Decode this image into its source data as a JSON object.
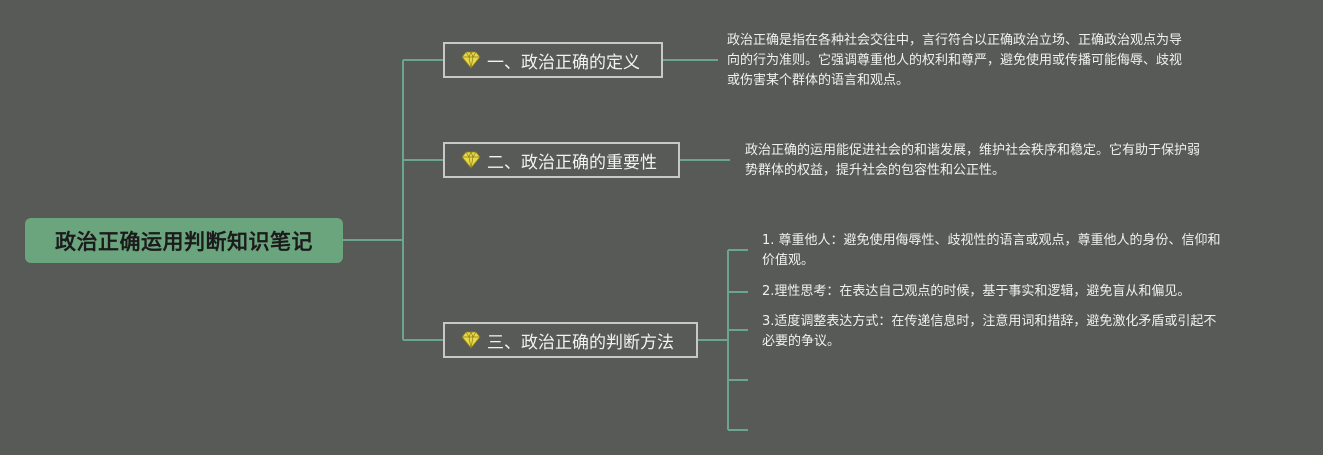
{
  "root": {
    "title": "政治正确运用判断知识笔记"
  },
  "colors": {
    "background": "#585a57",
    "root_fill": "#6ba57e",
    "connector": "#6aa58c",
    "branch_border": "#c8c8c6",
    "gem": "#e8d84a"
  },
  "branches": [
    {
      "icon": "diamond-icon",
      "label": "一、政治正确的定义",
      "notes": [
        "政治正确是指在各种社会交往中，言行符合以正确政治立场、正确政治观点为导",
        "向的行为准则。它强调尊重他人的权利和尊严，避免使用或传播可能侮辱、歧视",
        "或伤害某个群体的语言和观点。"
      ]
    },
    {
      "icon": "diamond-icon",
      "label": "二、政治正确的重要性",
      "notes": [
        "政治正确的运用能促进社会的和谐发展，维护社会秩序和稳定。它有助于保护弱",
        "势群体的权益，提升社会的包容性和公正性。"
      ]
    },
    {
      "icon": "diamond-icon",
      "label": "三、政治正确的判断方法",
      "items": [
        {
          "lines": [
            "1. 尊重他人：避免使用侮辱性、歧视性的语言或观点，尊重他人的身份、信仰和",
            "价值观。"
          ]
        },
        {
          "lines": [
            "2.理性思考：在表达自己观点的时候，基于事实和逻辑，避免盲从和偏见。"
          ]
        },
        {
          "lines": [
            "3.适度调整表达方式：在传递信息时，注意用词和措辞，避免激化矛盾或引起不",
            "必要的争议。"
          ]
        }
      ]
    }
  ]
}
